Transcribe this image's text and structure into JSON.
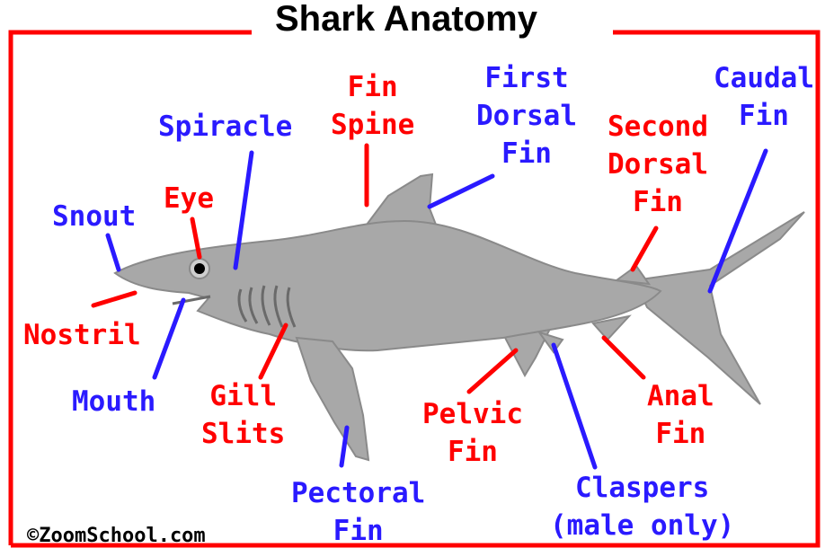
{
  "title": "Shark Anatomy",
  "copyright": "©ZoomSchool.com",
  "colors": {
    "frame": "#ff0000",
    "red_label": "#ff0000",
    "blue_label": "#2a1aff",
    "shark_body": "#a8a8a8",
    "shark_outline": "#8a8a8a",
    "text_dark": "#000000"
  },
  "labels": {
    "snout": [
      "Snout"
    ],
    "eye": [
      "Eye"
    ],
    "spiracle": [
      "Spiracle"
    ],
    "fin_spine": [
      "Fin",
      "Spine"
    ],
    "first_dorsal": [
      "First",
      "Dorsal",
      "Fin"
    ],
    "second_dorsal": [
      "Second",
      "Dorsal",
      "Fin"
    ],
    "caudal": [
      "Caudal",
      "Fin"
    ],
    "nostril": [
      "Nostril"
    ],
    "mouth": [
      "Mouth"
    ],
    "gill_slits": [
      "Gill",
      "Slits"
    ],
    "pectoral": [
      "Pectoral",
      "Fin"
    ],
    "pelvic": [
      "Pelvic",
      "Fin"
    ],
    "claspers": [
      "Claspers",
      "(male only)"
    ],
    "anal": [
      "Anal",
      "Fin"
    ]
  }
}
